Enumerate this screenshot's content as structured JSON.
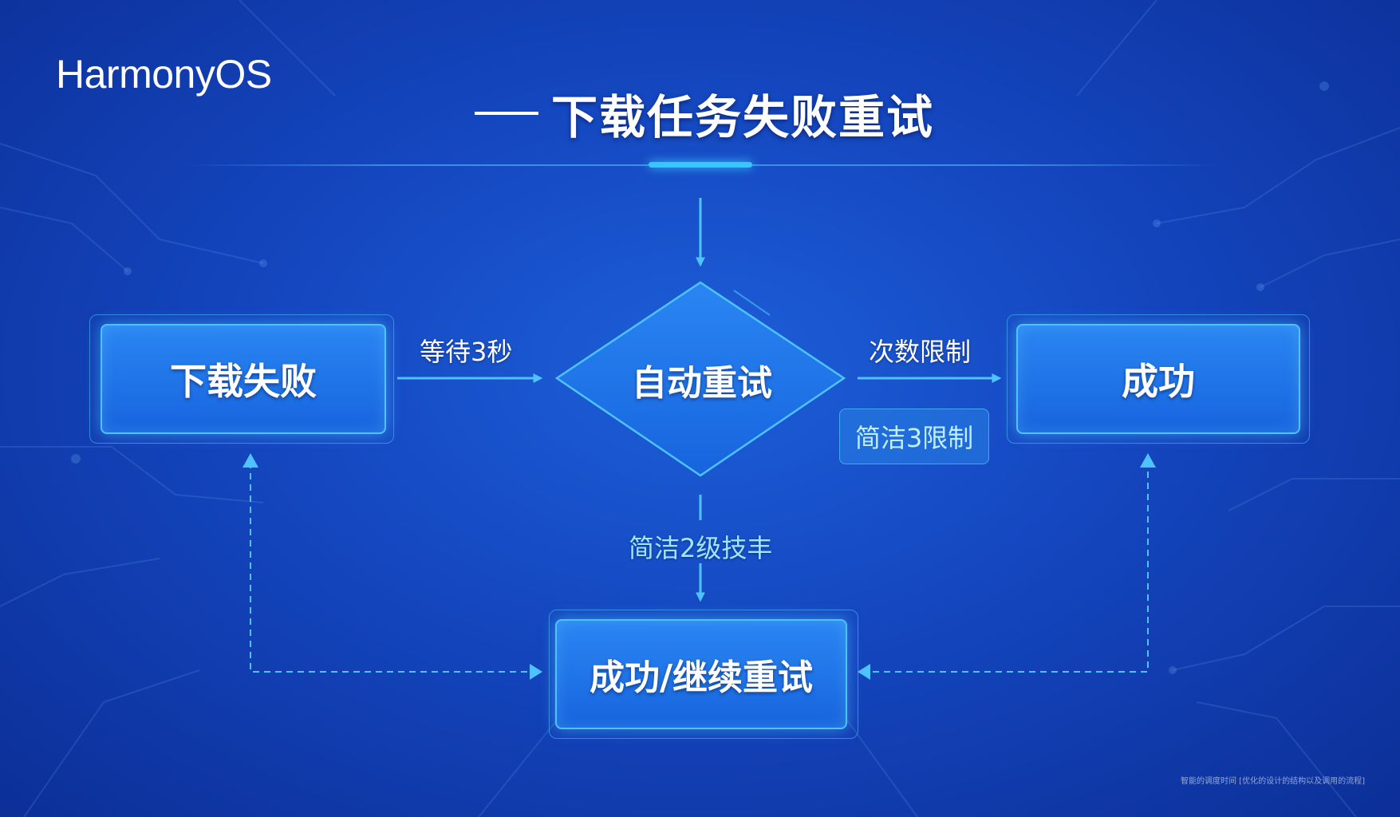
{
  "brand": "HarmonyOS",
  "title": "下载任务失败重试",
  "colors": {
    "accent": "#4fc3ff",
    "node_fill": "#1f74e8",
    "background": "#1446bf"
  },
  "nodes": {
    "failed": "下载失败",
    "retry": "自动重试",
    "success": "成功",
    "result": "成功/继续重试"
  },
  "edges": {
    "wait": "等待3秒",
    "limit": "次数限制",
    "badge": "简洁3限制",
    "down": "简洁2级技丰"
  },
  "footnote": "智能的调度时间 [优化的设计的结构以及调用的流程]"
}
